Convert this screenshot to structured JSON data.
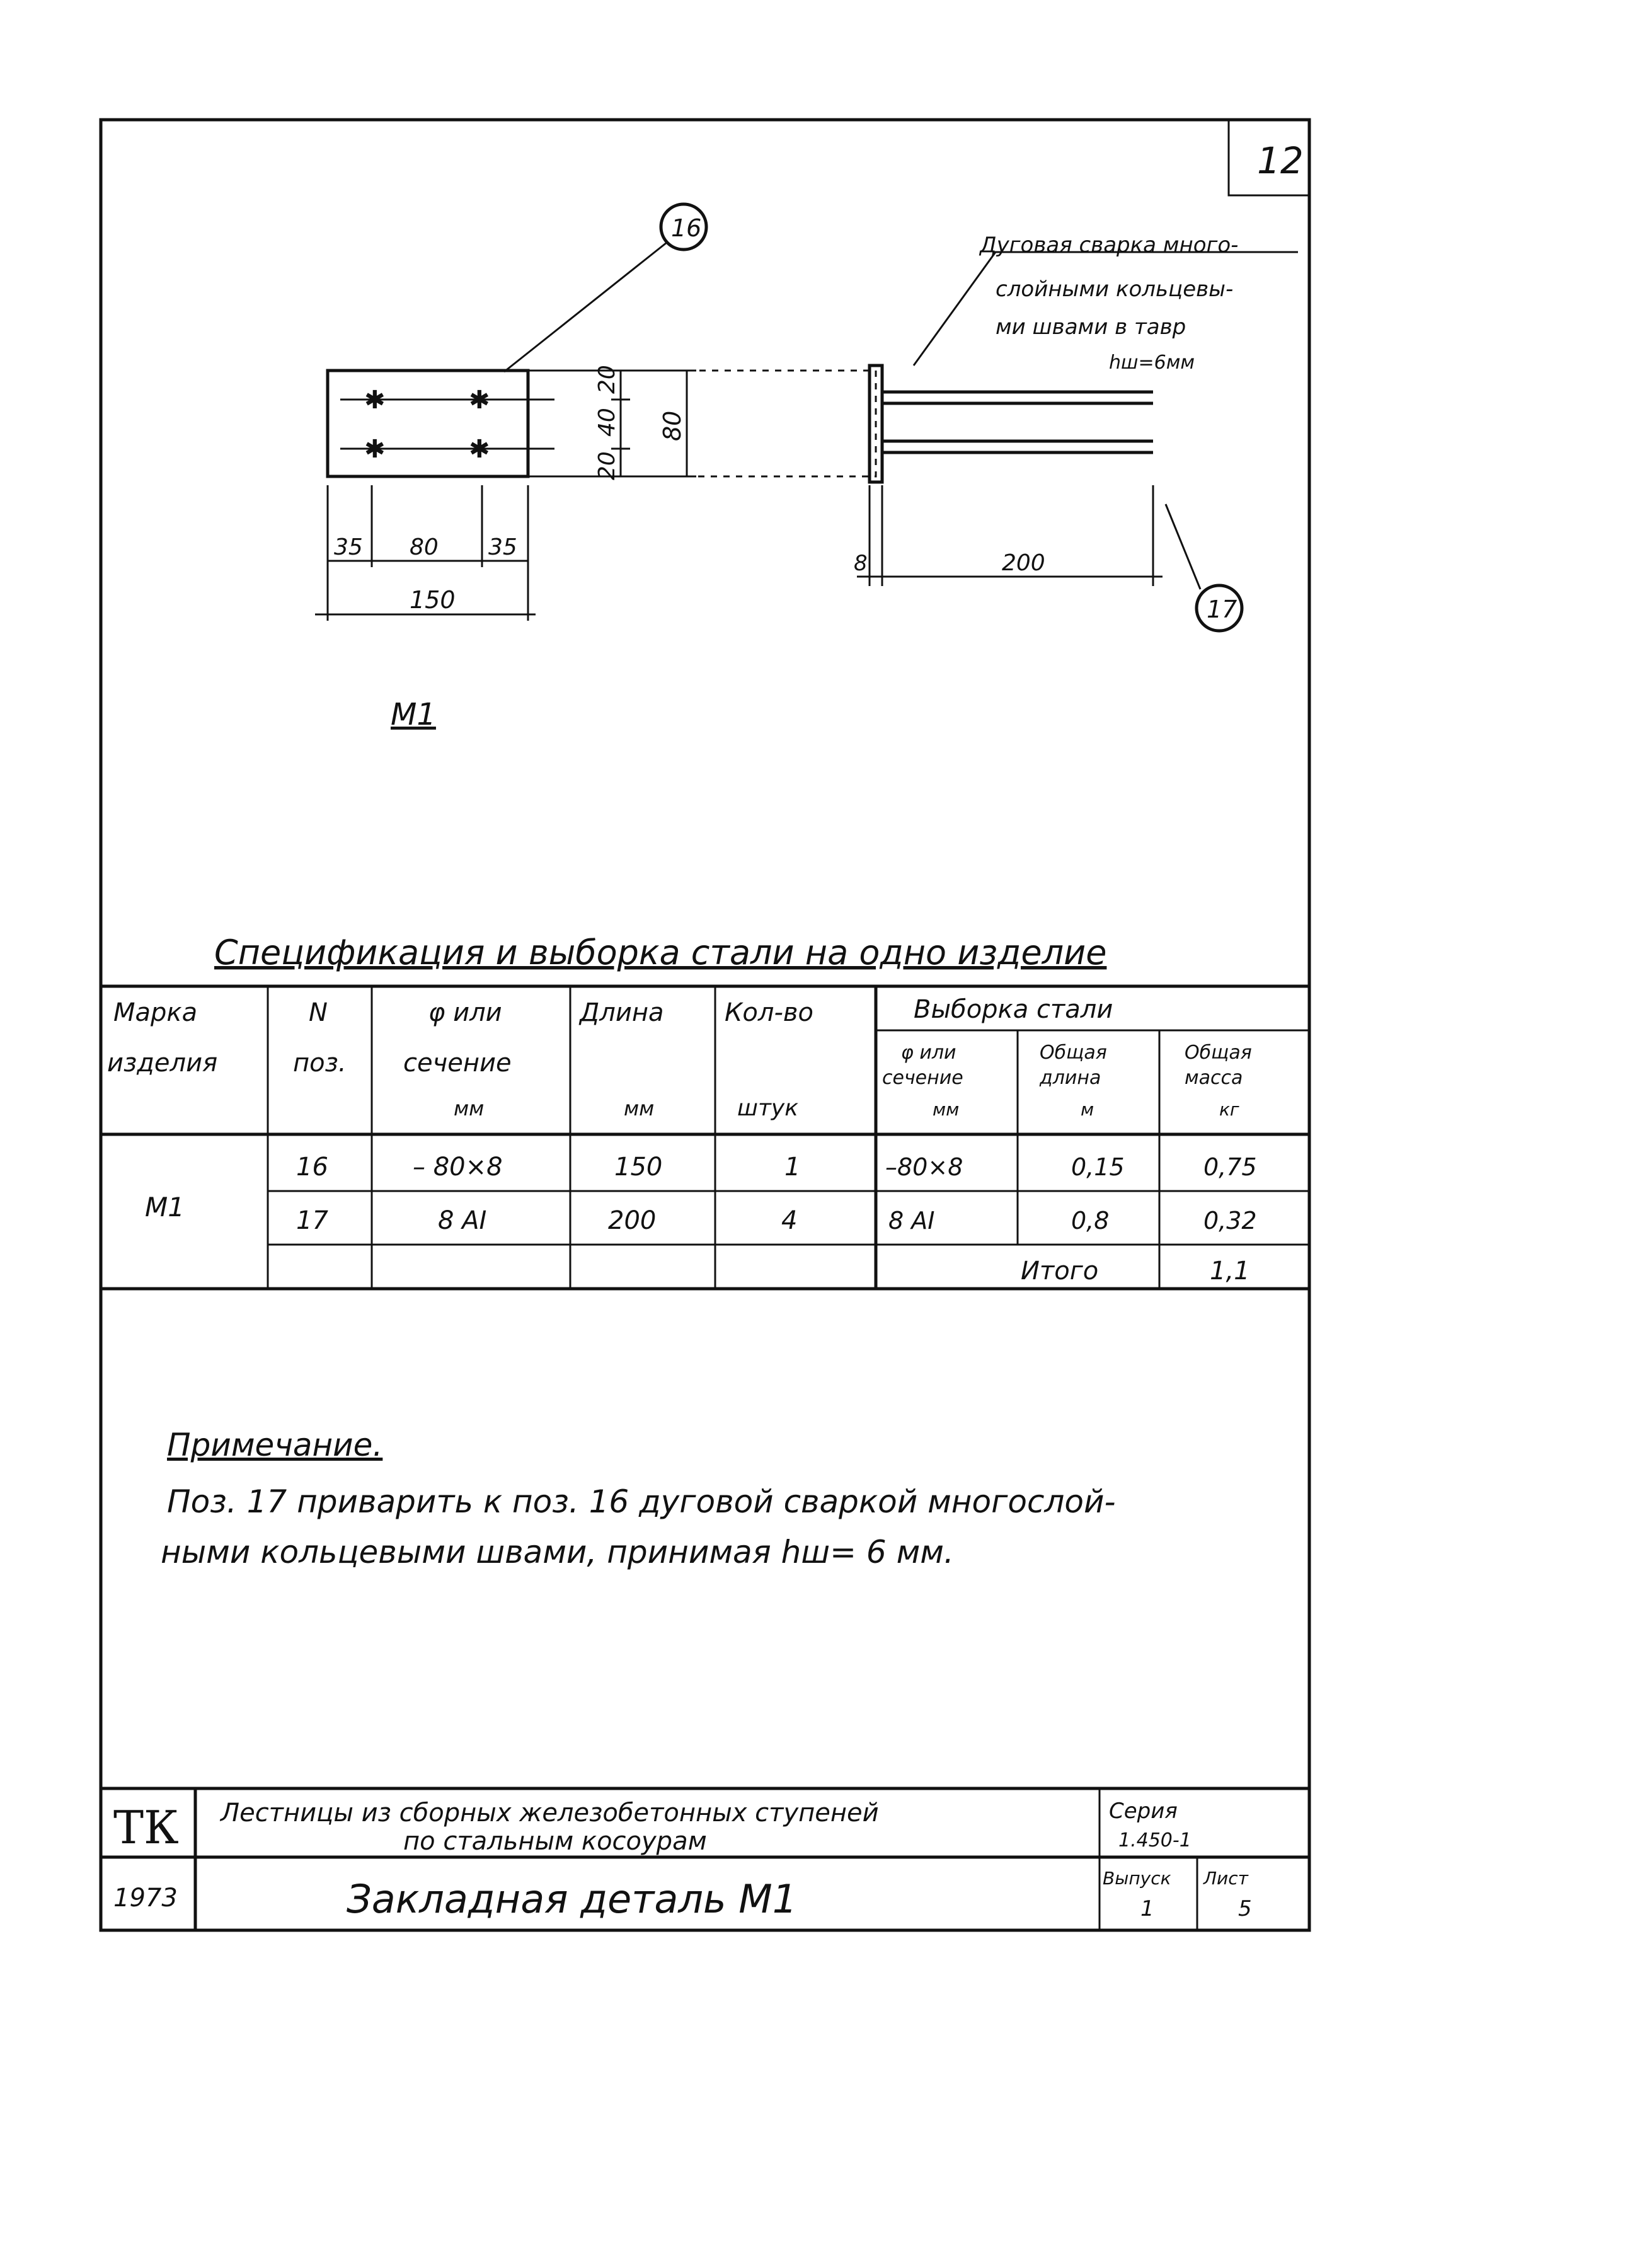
{
  "sheet_number": "12",
  "drawing": {
    "item_mark_label": "М1",
    "pos_plate": "16",
    "pos_bar": "17",
    "dim_height_segments": [
      "20",
      "40",
      "20"
    ],
    "dim_height_total": "80",
    "dim_width_segments": [
      "35",
      "80",
      "35"
    ],
    "dim_width_total": "150",
    "dim_plate_thickness": "8",
    "dim_bar_length": "200",
    "weld_note_lines": [
      "Дуговая сварка много-",
      "слойными кольцевы-",
      "ми швами в тавр",
      "hш=6мм"
    ]
  },
  "spec": {
    "title": "Спецификация и выборка стали на одно изделие",
    "headers": {
      "mark": [
        "Марка",
        "изделия"
      ],
      "pos": [
        "N",
        "поз."
      ],
      "section": [
        "φ или",
        "сечение",
        "мм"
      ],
      "length": [
        "Длина",
        "мм"
      ],
      "qty": [
        "Кол-во",
        "штук"
      ],
      "steel_group": "Выборка стали",
      "steel_section": [
        "φ или",
        "сечение",
        "мм"
      ],
      "steel_length": [
        "Общая",
        "длина",
        "м"
      ],
      "steel_mass": [
        "Общая",
        "масса",
        "кг"
      ]
    },
    "mark_value": "М1",
    "rows": [
      {
        "pos": "16",
        "section": "– 80×8",
        "length": "150",
        "qty": "1",
        "s_section": "–80×8",
        "s_length": "0,15",
        "s_mass": "0,75"
      },
      {
        "pos": "17",
        "section": "8 AI",
        "length": "200",
        "qty": "4",
        "s_section": "8 AI",
        "s_length": "0,8",
        "s_mass": "0,32"
      }
    ],
    "total_label": "Итого",
    "total_value": "1,1"
  },
  "note": {
    "title": "Примечание.",
    "lines": [
      "Поз. 17 приварить к поз. 16 дуговой сваркой многослой-",
      "ными кольцевыми швами, принимая hш= 6 мм."
    ]
  },
  "title_block": {
    "org": "ТК",
    "year": "1973",
    "subject": [
      "Лестницы из сборных железобетонных ступеней",
      "по стальным косоурам"
    ],
    "series_label": "Серия",
    "series_value": "1.450-1",
    "drawing_title": "Закладная деталь М1",
    "issue_label": "Выпуск",
    "issue_value": "1",
    "sheet_label": "Лист",
    "sheet_value": "5"
  }
}
